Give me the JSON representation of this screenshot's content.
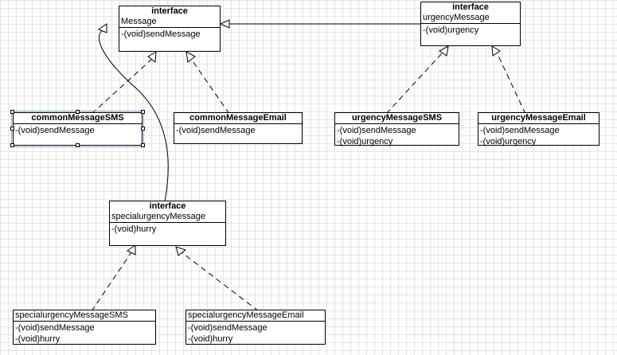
{
  "interface_stereotype": "interface",
  "classes": {
    "message": {
      "name": "Message",
      "ops": [
        "-(void)sendMessage"
      ]
    },
    "urgency": {
      "name": "urgencyMessage",
      "ops": [
        "-(void)urgency"
      ]
    },
    "common_sms": {
      "name": "commonMessageSMS",
      "ops": [
        "-(void)sendMessage"
      ]
    },
    "common_email": {
      "name": "commonMessageEmail",
      "ops": [
        "-(void)sendMessage"
      ]
    },
    "urgency_sms": {
      "name": "urgencyMessageSMS",
      "ops": [
        "-(void)sendMessage",
        "-(void)urgency"
      ]
    },
    "urgency_email": {
      "name": "urgencyMessageEmail",
      "ops": [
        "-(void)sendMessage",
        "-(void)urgency"
      ]
    },
    "special": {
      "name": "specialurgencyMessage",
      "ops": [
        "-(void)hurry"
      ]
    },
    "special_sms": {
      "name": "specialurgencyMessageSMS",
      "ops": [
        "-(void)sendMessage",
        "-(void)hurry"
      ]
    },
    "special_email": {
      "name": "specialurgencyMessageEmail",
      "ops": [
        "-(void)sendMessage",
        "-(void)hurry"
      ]
    }
  },
  "colors": {
    "selection": "#7fa9d8",
    "grid": "#e4e4e4"
  }
}
